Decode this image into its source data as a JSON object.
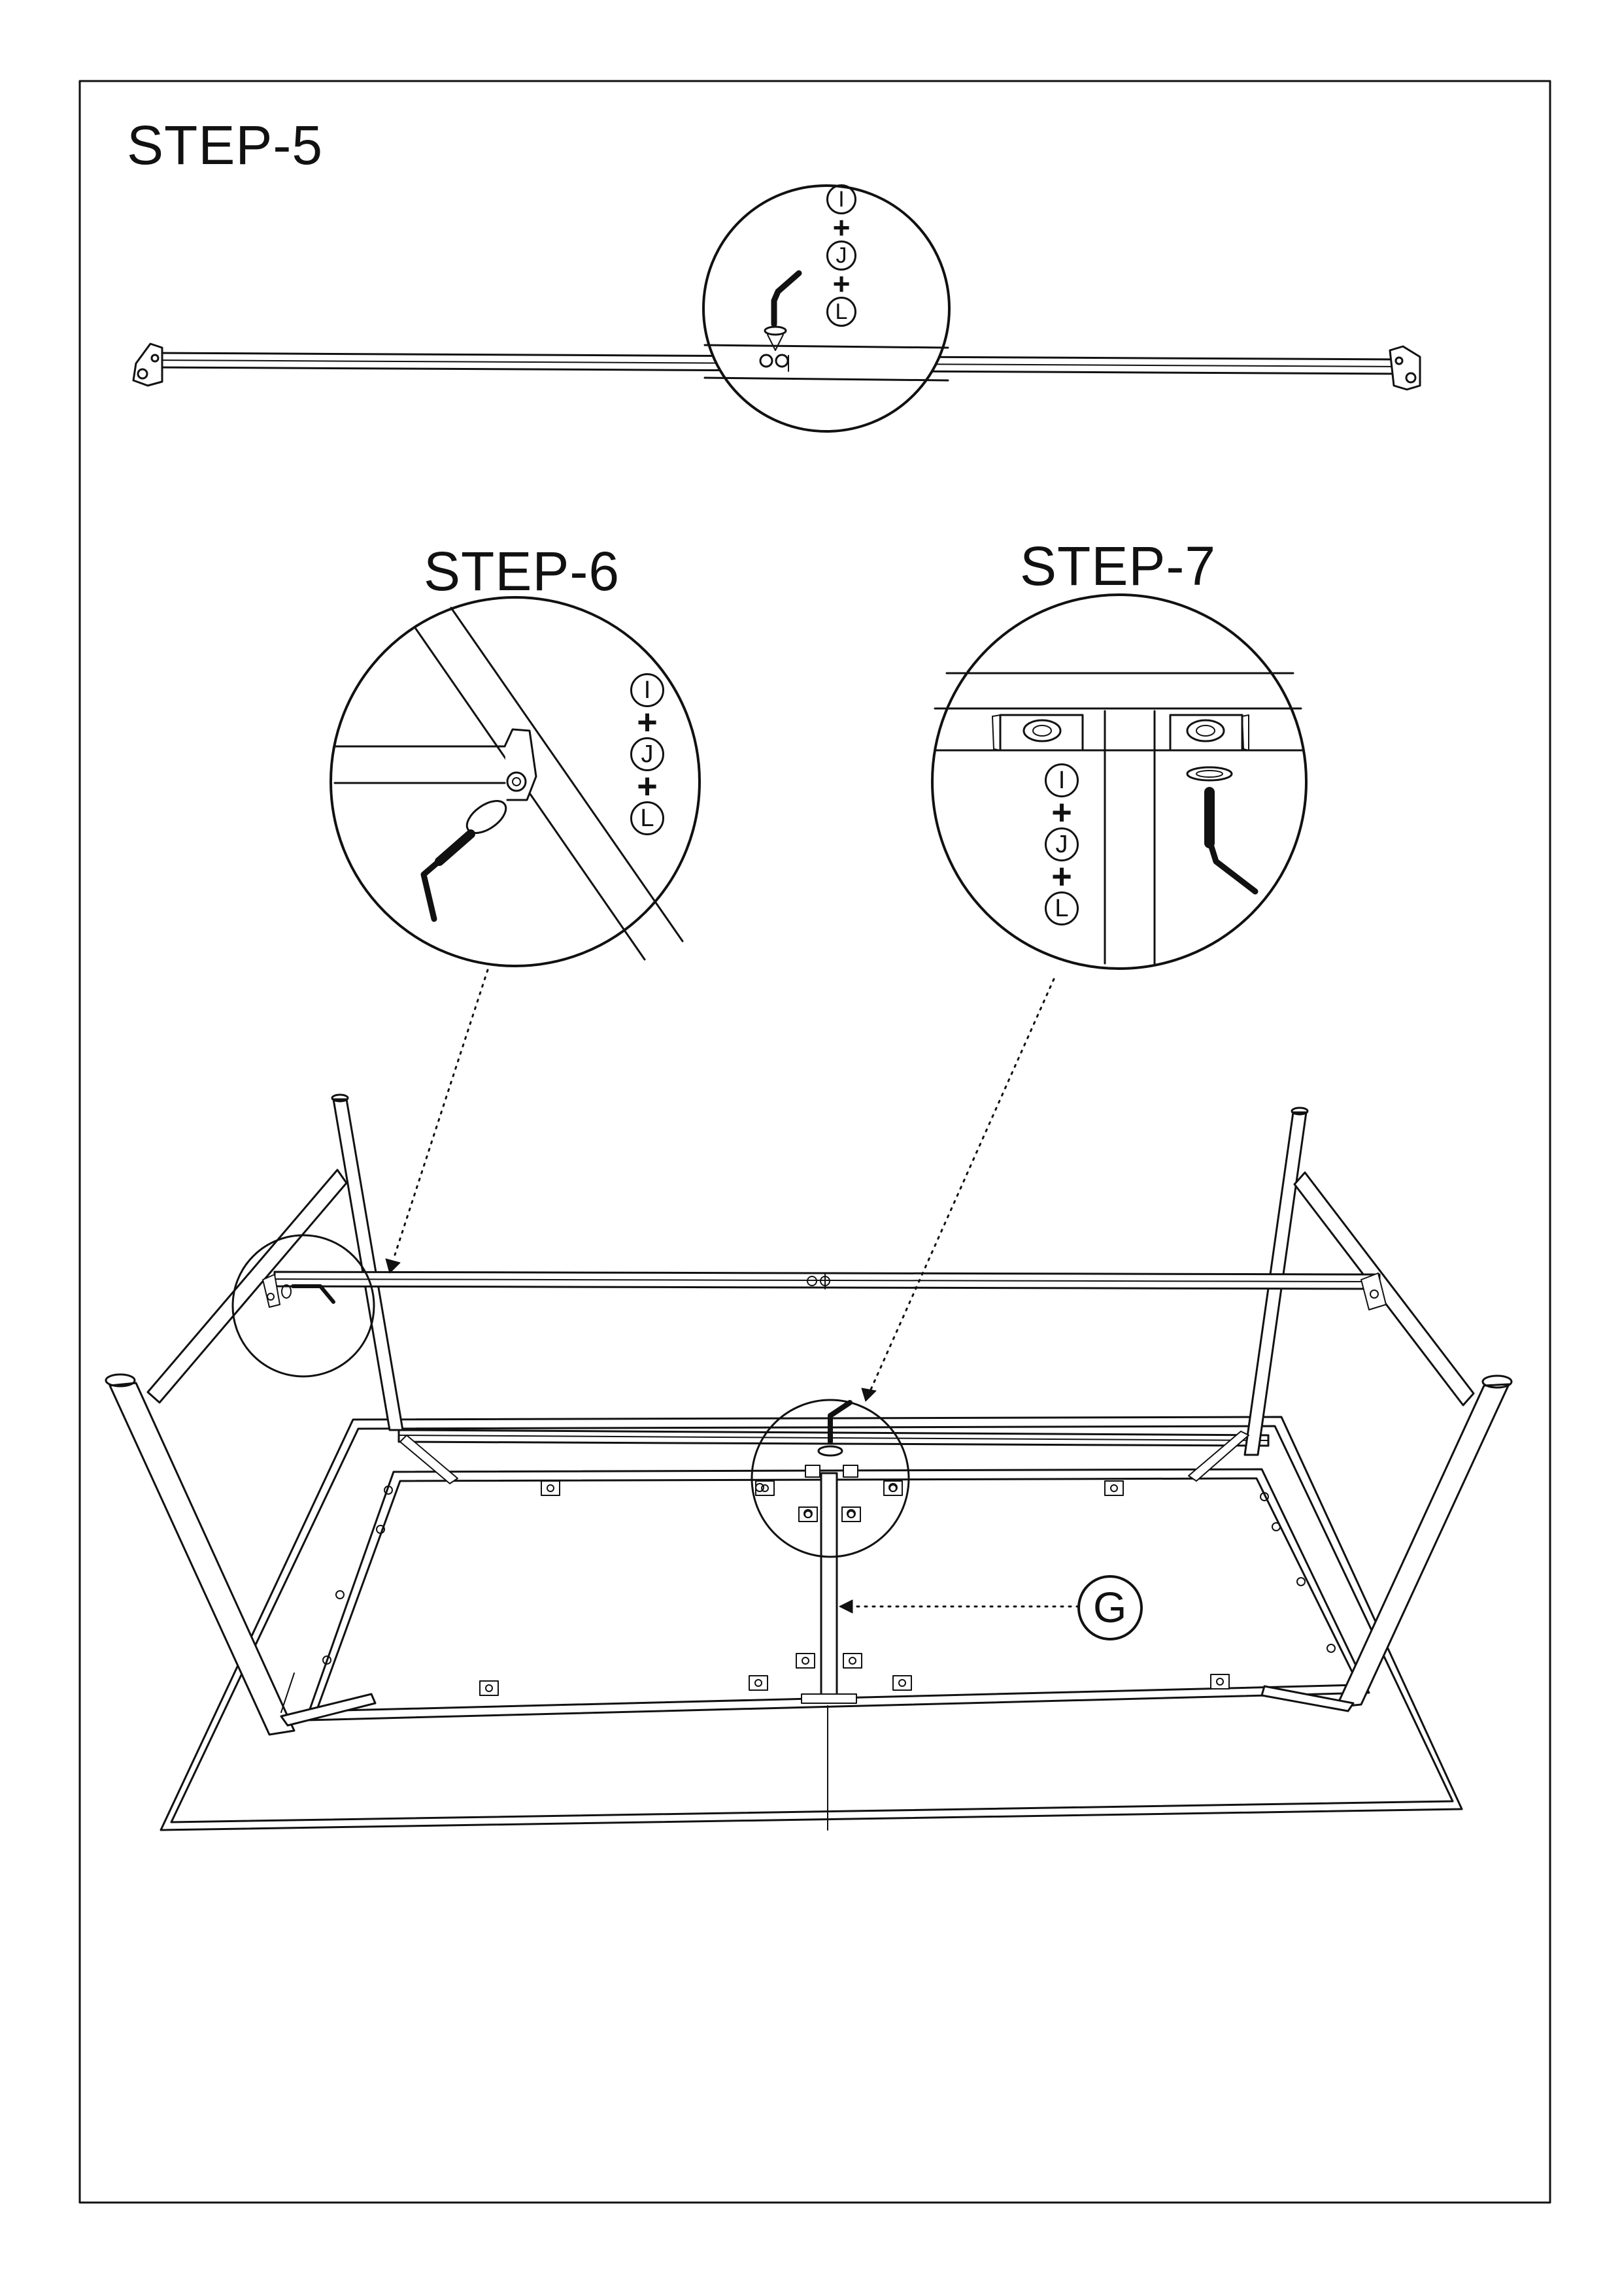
{
  "steps": [
    {
      "title": "STEP-5",
      "parts": [
        "I",
        "J",
        "L"
      ],
      "plus": "+"
    },
    {
      "title": "STEP-6",
      "parts": [
        "I",
        "J",
        "L"
      ],
      "plus": "+"
    },
    {
      "title": "STEP-7",
      "parts": [
        "I",
        "J",
        "L"
      ],
      "plus": "+"
    }
  ],
  "callout": {
    "part": "G"
  },
  "colors": {
    "ink": "#111111",
    "paper": "#ffffff"
  }
}
